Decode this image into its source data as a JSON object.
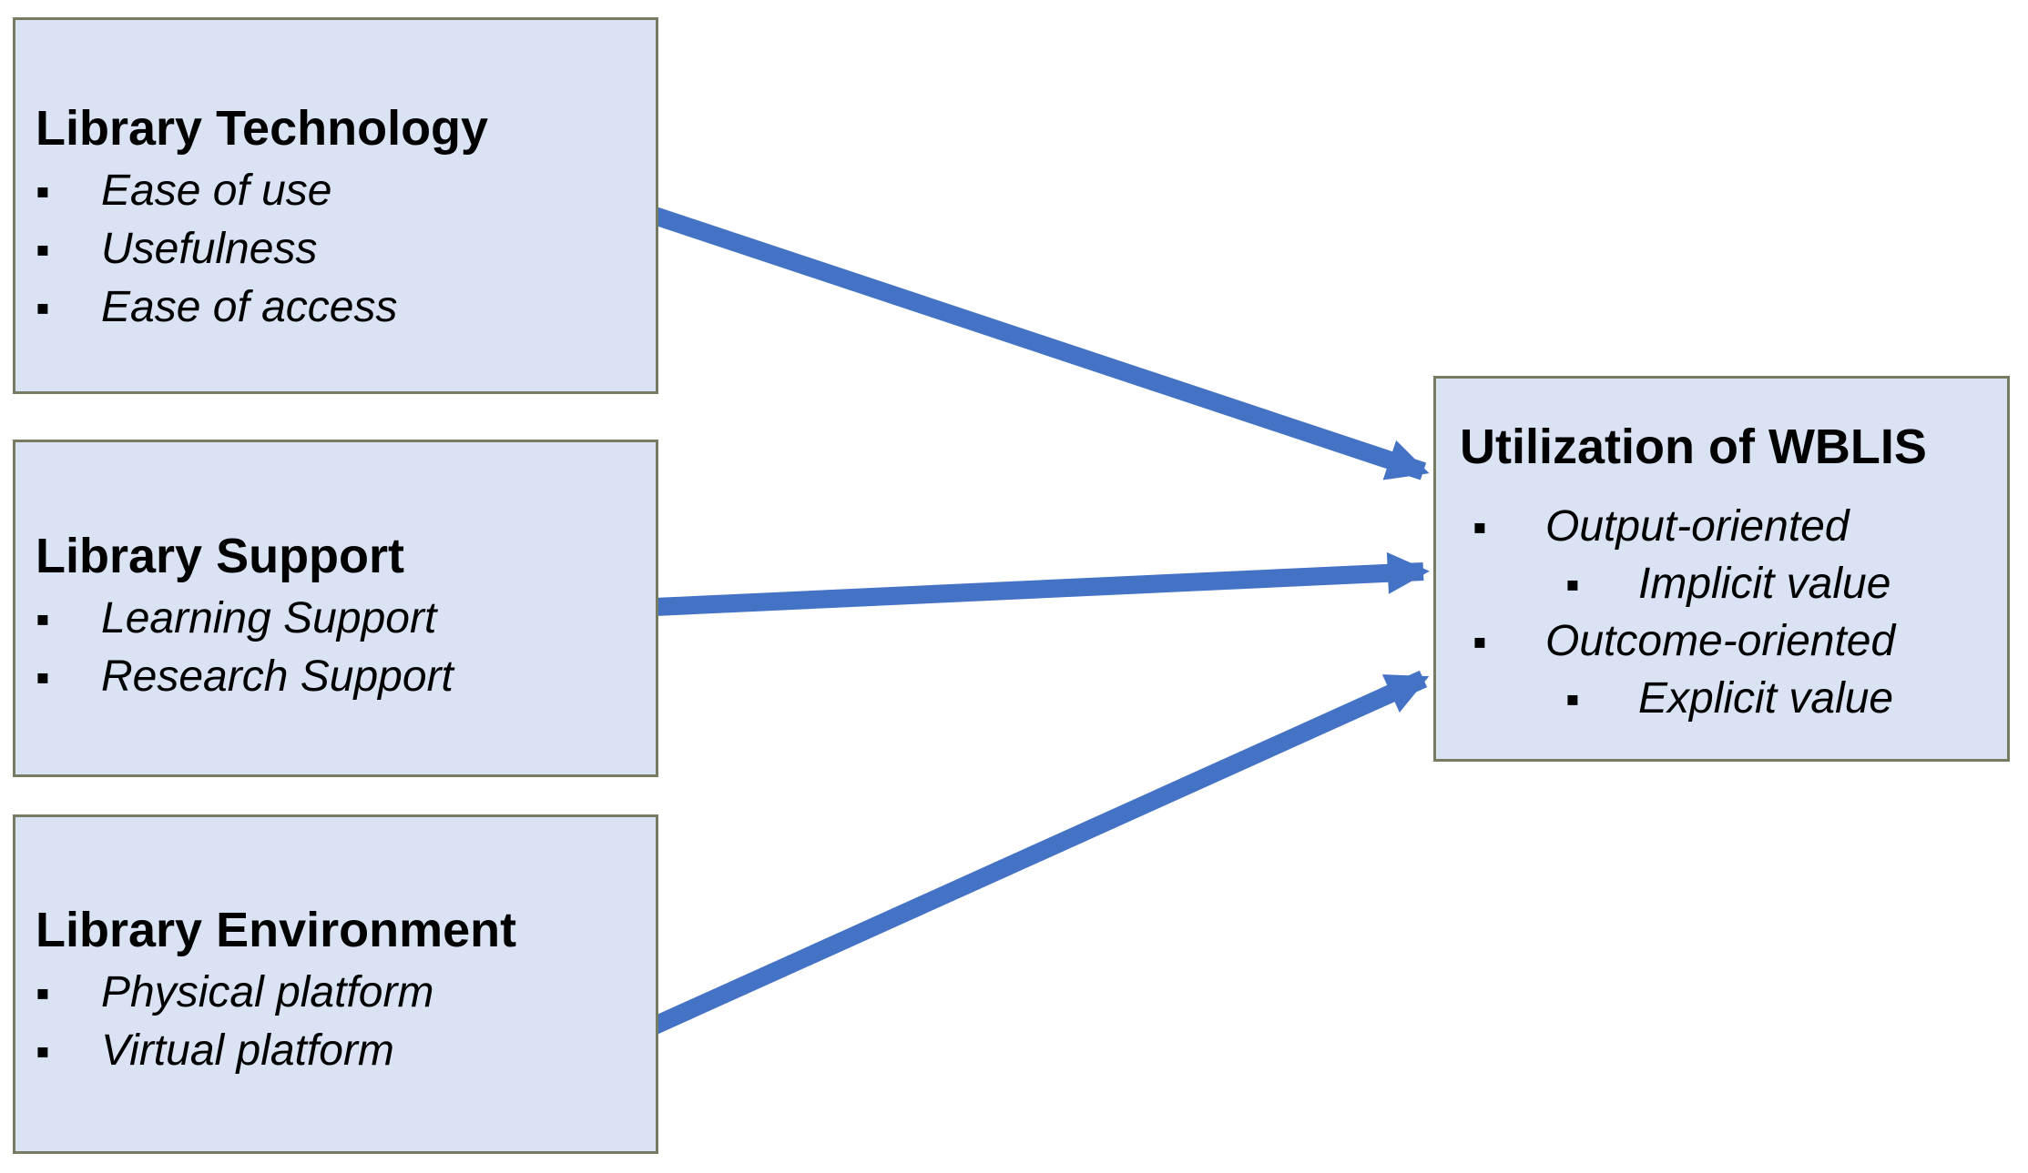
{
  "diagram": {
    "colors": {
      "background": "#ffffff",
      "box_fill": "#dae3f3",
      "box_border": "#777b61",
      "arrow": "#4472c4",
      "text": "#000000"
    },
    "glyphs": {
      "bullet": "▪"
    },
    "boxes": {
      "technology": {
        "title": "Library Technology",
        "items": [
          "Ease of use",
          "Usefulness",
          "Ease of access"
        ]
      },
      "support": {
        "title": "Library Support",
        "items": [
          "Learning Support",
          "Research Support"
        ]
      },
      "environment": {
        "title": "Library Environment",
        "items": [
          "Physical platform",
          "Virtual platform"
        ]
      },
      "utilization": {
        "title": "Utilization of WBLIS",
        "items": [
          {
            "label": "Output-oriented",
            "sub": "Implicit value"
          },
          {
            "label": "Outcome-oriented",
            "sub": "Explicit value"
          }
        ]
      }
    },
    "arrows": [
      {
        "from": "Library Technology",
        "to": "Utilization of WBLIS"
      },
      {
        "from": "Library Support",
        "to": "Utilization of WBLIS"
      },
      {
        "from": "Library Environment",
        "to": "Utilization of WBLIS"
      }
    ]
  }
}
